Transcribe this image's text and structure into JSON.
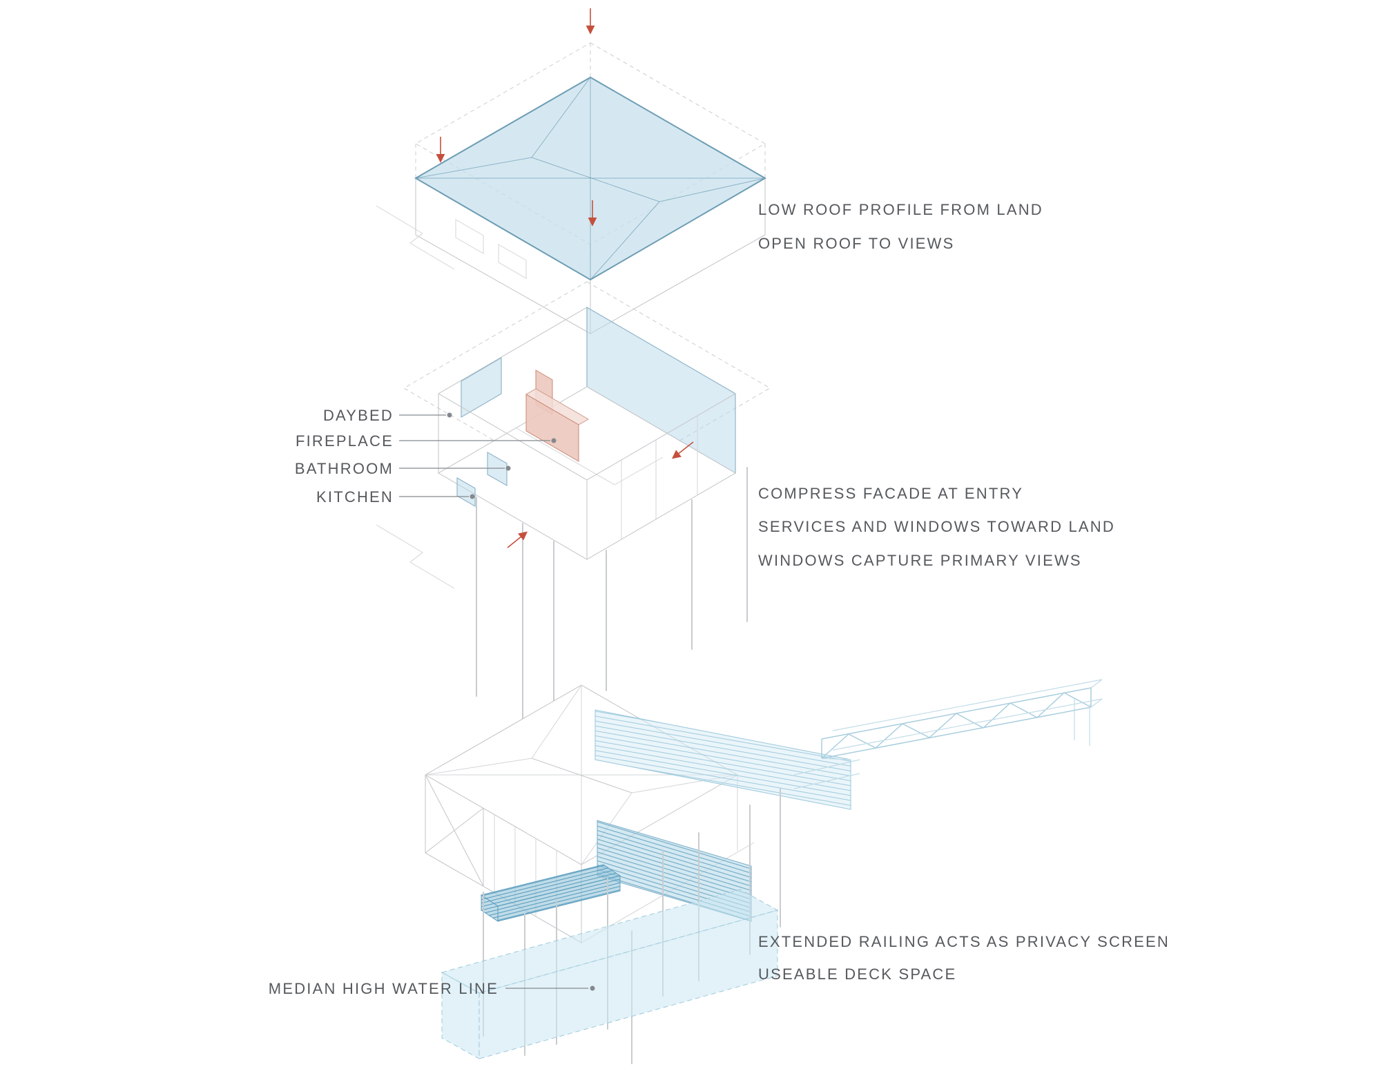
{
  "sheet": {
    "background": "#ffffff"
  },
  "colors": {
    "text": "#55595d",
    "linework": "#c6c9cb",
    "glazing_blue_fill": "#badae9",
    "glazing_blue_stroke": "#8fb6c9",
    "roof_blue": "#c7e0ec",
    "deck_hatch_blue": "#6fa8c4",
    "water_blue": "#cbe7f2",
    "interior_pink": "#f3ded8",
    "arrow_red": "#c4503c",
    "leader_gray": "#85898d"
  },
  "diagrams": {
    "roof": {
      "annotations": [
        "LOW ROOF PROFILE FROM LAND",
        "OPEN ROOF TO VIEWS"
      ]
    },
    "interior": {
      "callouts": [
        {
          "label": "DAYBED"
        },
        {
          "label": "FIREPLACE"
        },
        {
          "label": "BATHROOM"
        },
        {
          "label": "KITCHEN"
        }
      ],
      "annotations": [
        "COMPRESS FACADE AT ENTRY",
        "SERVICES AND WINDOWS TOWARD LAND",
        "WINDOWS CAPTURE PRIMARY VIEWS"
      ]
    },
    "deck": {
      "callouts": [
        {
          "label": "MEDIAN HIGH WATER LINE"
        }
      ],
      "annotations": [
        "EXTENDED RAILING ACTS AS PRIVACY SCREEN",
        "USEABLE DECK SPACE"
      ]
    }
  }
}
